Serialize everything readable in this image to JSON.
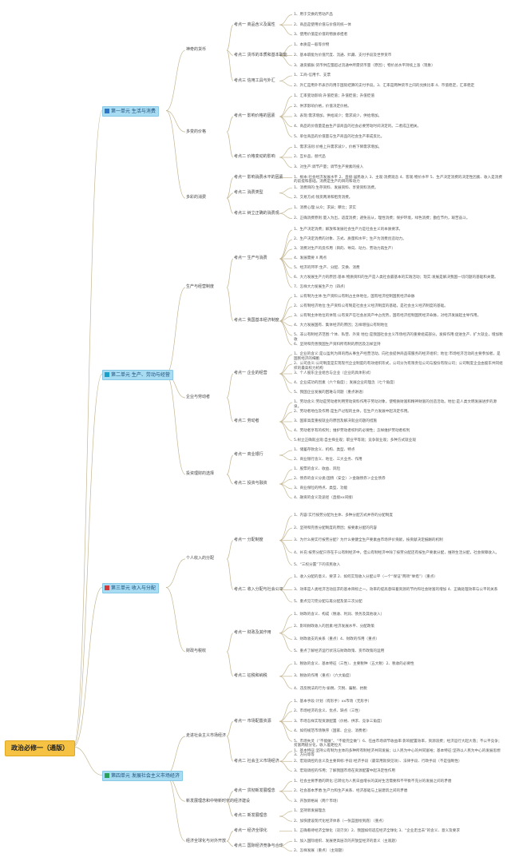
{
  "root": "政治必修一（通版）",
  "units": [
    {
      "label": "第一单元 生活与消费",
      "icon_color": "#2e75c6",
      "icon": "book-icon",
      "topics": [
        {
          "label": "神奇的货币",
          "points": [
            {
              "label": "考点一 商品含义及属性",
              "items": [
                "1、用于交换的劳动产品",
                "2、商品是使用价值与价值的统一体",
                "3、使用价值是价值的物质承担者"
              ]
            },
            {
              "label": "考点二 货币的本质和基本职能",
              "items": [
                "1、本质是一般等价物",
                "2、基本职能为价值尺度、流通、贮藏、支付手段及世界货币",
                "3、通货膨胀:货币供应量超过流通中所需货币量（原因）；物价总水平持续上涨（现象）"
              ]
            },
            {
              "label": "考点三 信用工具与外汇",
              "items": [
                "1、工商-信用卡、支票",
                "2、外汇是用外币表示的用于国际结算的支付手段。3、汇率是两种货币之间的兑换比率 4、币值稳定，汇率稳定"
              ]
            }
          ]
        },
        {
          "label": "多变的价格",
          "points": [
            {
              "label": "考点一 影响价格的因素",
              "items": [
                "1、汇率变动影响:升值贬值；升值贬值；升值贬值",
                "2、供求影响价格，价值决定价格。",
                "3、表现:需求增加，供给减少；需求减少，供给增加。",
                "4、商品的价值量是由生产该商品的社会必要劳动时间决定的。二者成正相关。",
                "5、单位商品的价值量与生产商品的社会生产率成反比。"
              ]
            },
            {
              "label": "考点二 价格变动的影响",
              "items": [
                "1、需求法则:价格上升需求减少，价格下降需求增加。",
                "2、互补品，替代品",
                "3、对生产:调节产量；调节生产要素的投入"
              ]
            }
          ]
        },
        {
          "label": "多彩的消费",
          "points": [
            {
              "label": "考点一 影响消费水平的因素",
              "items": [
                "1、根本:社会经济发展水平 2、直接:居民收入 3、主观:消费观念 4、客观:物价水平 5、生产决定消费的决定性因素、收入是消费的前提和基础。消费是生产的目的和动力"
              ]
            },
            {
              "label": "考点二 消费类型",
              "items": [
                "1、消费目的:生存资料、发展资料、享受资料消费。",
                "2、交易方式:钱货两清和租赁消费。"
              ]
            },
            {
              "label": "考点三 树立正确的消费观",
              "items": [
                "1、消费心理:从众；求异；攀比；求实",
                "2、正确消费原则:量入为出，适度消费；避免盲从，理性消费；保护环境，绿色消费；勤俭节约，艰苦奋斗。"
              ]
            }
          ]
        }
      ]
    },
    {
      "label": "第二单元 生产、劳动与经营",
      "icon_color": "#1aa0c8",
      "icon": "star-icon",
      "topics": [
        {
          "label": "生产与经营制度",
          "points": [
            {
              "label": "考点一 生产与消费",
              "items": [
                "1、生产决定消费；解放和发展社会生产力是社会主义的本质要求。",
                "2、生产决定消费的对象、方式、质量和水平；生产为消费创造动力。",
                "3、消费对生产的反作用（目的、导向、动力、劳动力再生产）",
                "4、发展需要 X 两点",
                "5、经济的环环:生产、分配、交换、消费",
                "6、大力发展生产力的原因:基本:物质资料的生产是人类社会最基本的实践活动；现实:发展是解决我国一切问题的基础和关键。",
                "7、怎样大力发展生产力（四点）"
              ]
            },
            {
              "label": "考点二 我国基本经济制度",
              "items": [
                "1、公有制为主体:生产资料公有制占主体地位，国有经济控制国民经济命脉",
                "2、公有制经济地位:生产资料公有制是社会主义经济制度的基础，是社会主义经济制度的基础。",
                "3、公有制主体地位的体现:公有资产在社会总资产中占优势，国有经济控制国民经济命脉，对经济发展起主导作用。",
                "4、大力发展国有、集体经济的原因；怎样增强公有制地位",
                "5、非公有制经济范围:个体、私营、外资 地位:是我国社会主义市场经济的重要组成部分。发挥作用:促进生产、扩大就业，增加税收",
                "6、坚持和完善我国生产资料所有制的原因及怎样坚持"
              ]
            }
          ]
        },
        {
          "label": "企业与劳动者",
          "points": [
            {
              "label": "考点一 企业的经营",
              "items": [
                "1、企业的含义:是以盈利为目的而从事生产经营活动，向社会提供商品或服务的经济组织；地位:市场经济活动的主要参加者，是国民经济的细胞",
                "2、公司含义:公司制度是实现现代企业制度的有效组织形式，公司分为有限责任公司与股份有限公司；公司制度企业由股东共同组织的最高权力机构",
                "3、个人股东企业组合与企业（企业的具体形式）",
                "4、企业成功的因素（六个角度）；发展企业的理念（七个角度）",
                "5、我国企业发展的困难与问题（重点讲透）"
              ]
            },
            {
              "label": "考点二 劳动者",
              "items": [
                "1、劳动含义:劳动是劳动者利用劳动资料作用于劳动对象，使物质财富和精神财富的创造活动。地位:是人类文明发展进步的源泉。",
                "2、劳动者地位及作用:是生产过程的主体，在生产力发展中起决定作用。",
                "3、国家高度重视就业的原因及解决就业问题的措施",
                "4、劳动者享有的权利；维护劳动者权利的必要性；怎样维护劳动者权利",
                "5.树立正确就业观:自主择业观；职业平等观；竞争就业观；多种方式就业观"
              ]
            }
          ]
        },
        {
          "label": "投资理财的选择",
          "points": [
            {
              "label": "考点一 商业银行",
              "items": [
                "1、储蓄存款含义、机构、类型、特点",
                "2、商业银行含义、地位、三大业务、作用"
              ]
            },
            {
              "label": "考点二 投资与融资",
              "items": [
                "1、股票的含义、收益、风险",
                "2、债券的含义分类:国债（安全）＞金融债券＞企业债券",
                "3、商业保险的特点、类型、功能",
                "4、融资的含义及途径（直接xx间接）"
              ]
            }
          ]
        }
      ]
    },
    {
      "label": "第三单元 收入与分配",
      "icon_color": "#d23b3b",
      "icon": "flag-icon",
      "topics": [
        {
          "label": "个人收入的分配",
          "points": [
            {
              "label": "考点一 分配制度",
              "items": [
                "1、内容:实行按劳分配为主体、多种分配方式并存的分配制度",
                "2、坚持和完善分配制度的原因；按要素分配的内容",
                "3、为什么要实行按劳分配？为什么要健全生产要素由市场评价贡献，按贡献决定报酬的机制",
                "4、补充:按劳分配只存在于公有制经济中。但公有制经济中除了按劳分配还有按生产要素分配，维持生活分配，社会保障收入。",
                "5、“三权分置”下的农民收入"
              ]
            },
            {
              "label": "考点二 收入分配与社会公平",
              "items": [
                "1、收入分配的意义、要求 2、如何实现收入分配公平（一个“保证”两项“举措”）（重点）",
                "3、效率是人类经济活动追求的基本目标之一。效率的提高意味着资源的节约和社会财富的增加 4、正确处理效率与公平的关系",
                "5、重点见习完分配与再分配及第三次分配"
              ]
            }
          ]
        },
        {
          "label": "财政与税收",
          "points": [
            {
              "label": "考点一 财政及其作用",
              "items": [
                "1、财政的含义、构成（税收、利润、债务及其他收入）",
                "2、影响财政收入的因素:经济发展水平、分配政策",
                "3、财政收支的关系（重点）4、财政的作用（重点）",
                "5、重点了解经济运行状况与财政政策、货币政策的运用"
              ]
            },
            {
              "label": "考点二 征税和纳税",
              "items": [
                "1、税收的含义、基本特征（三性）、主要税种（五大税）2、税收的必要性",
                "3、税收的作用（重点）（六大角度）",
                "4、违反税法的行为:偷税、欠税、骗税、抗税"
              ]
            }
          ]
        }
      ]
    },
    {
      "label": "第四单元 发展社会主义市场经济",
      "icon_color": "#2aa05a",
      "icon": "square-icon",
      "topics": [
        {
          "label": "走进社会主义市场经济",
          "points": [
            {
              "label": "考点一 市场配置资源",
              "items": [
                "1、基本手段:计划（有形手）xx市场（无形手）",
                "2、市场经济的含义、优点、缺点（三性）",
                "3、市场怎样实现资源配置（价格、供求、竞争三角度）",
                "4、如何规范市场秩序（国家、企业、消费者）",
                "5、市场失灵（“不能做”、“不能完全做”）6、在由市场调节收益率:影响配置效率，资源浪费；经济运行大起大落；不公平竞争；贫富两极分化，收入差距拉大"
              ]
            },
            {
              "label": "考点二 社会主义市场经济",
              "items": [
                "1、基本特征:坚持公有制为主体的多种所有制经济共同发展；以人民为中心的共同富裕；基本特征:坚持以人民为中心的发展思想 3、方向等等",
                "2、宏观调控的含义及主要目标:手段:经济手段（最常用就快见效）、法律手段、行政手段（不是强制性）",
                "3、宏观调控的作用；了解我国市场在资源配置中起决定性作用"
              ]
            }
          ]
        },
        {
          "label": "新发展理念和中特新时代的经济建设",
          "points": [
            {
              "label": "考点一 贯彻新发展理念",
              "items": [
                "1、社会主要矛盾的转化:已转化为人民日益增长的美好生活需要和不平衡不充分的发展之间的矛盾",
                "2、社会基本矛盾:生产力和生产关系、经济基础与上层建筑之间的矛盾",
                "3、开放新格局（两个市场）"
              ]
            },
            {
              "label": "考点二 新发展理念",
              "items": [
                "1、坚持新发展理念",
                "2、加快建设现代化经济体系（一张蓝图绘到底）（重点）"
              ]
            }
          ]
        },
        {
          "label": "经济全球化与对外开放",
          "points": [
            {
              "label": "考点一 经济全球化",
              "items": [
                "1、正确看待经济全球化（双刃剑）2、我国如何适应经济全球化 3、“企业走出去”的含义、意义及要求"
              ]
            },
            {
              "label": "考点二 国际经济竞争与合作",
              "items": [
                "1、加入国际组织、发展更高层次的开放型经济的意义（主观题）",
                "2、怎样发展（重点）（主观题）"
              ]
            }
          ]
        }
      ]
    }
  ]
}
